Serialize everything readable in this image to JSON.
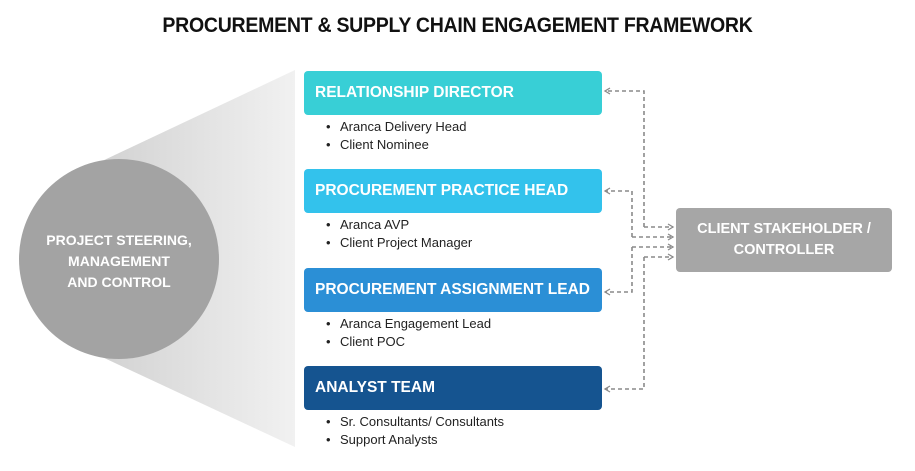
{
  "title": "PROCUREMENT & SUPPLY CHAIN ENGAGEMENT FRAMEWORK",
  "hub": {
    "lines": [
      "PROJECT STEERING,",
      "MANAGEMENT",
      "AND CONTROL"
    ]
  },
  "roles": [
    {
      "label": "RELATIONSHIP DIRECTOR",
      "color": "#38cfd6",
      "members": [
        "Aranca Delivery Head",
        "Client Nominee"
      ]
    },
    {
      "label": "PROCUREMENT PRACTICE HEAD",
      "color": "#33c2ec",
      "members": [
        "Aranca AVP",
        "Client Project Manager"
      ]
    },
    {
      "label": "PROCUREMENT ASSIGNMENT LEAD",
      "color": "#2b8fd6",
      "members": [
        "Aranca Engagement Lead",
        "Client POC"
      ]
    },
    {
      "label": "ANALYST TEAM",
      "color": "#155490",
      "members": [
        "Sr. Consultants/ Consultants",
        "Support Analysts"
      ]
    }
  ],
  "client": {
    "lines": [
      "CLIENT STAKEHOLDER /",
      "CONTROLLER"
    ]
  },
  "connectors": [
    {
      "from": "RELATIONSHIP DIRECTOR",
      "to": "CLIENT STAKEHOLDER / CONTROLLER",
      "style": "dashed",
      "bidirectional": true
    },
    {
      "from": "PROCUREMENT PRACTICE HEAD",
      "to": "CLIENT STAKEHOLDER / CONTROLLER",
      "style": "dashed",
      "bidirectional": true
    },
    {
      "from": "PROCUREMENT ASSIGNMENT LEAD",
      "to": "CLIENT STAKEHOLDER / CONTROLLER",
      "style": "dashed",
      "bidirectional": true
    },
    {
      "from": "ANALYST TEAM",
      "to": "CLIENT STAKEHOLDER / CONTROLLER",
      "style": "dashed",
      "bidirectional": true
    }
  ],
  "colors": {
    "hub": "#a3a3a3",
    "client": "#a6a6a6",
    "connector": "#8a8a8a"
  }
}
